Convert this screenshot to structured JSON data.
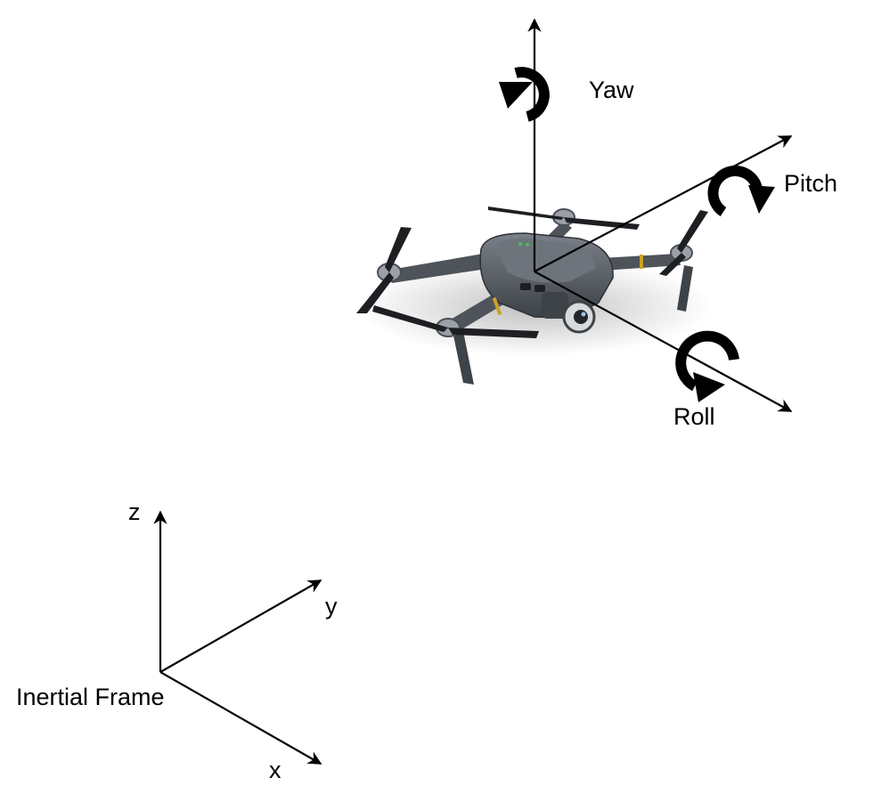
{
  "drone_frame": {
    "yaw_label": "Yaw",
    "pitch_label": "Pitch",
    "roll_label": "Roll"
  },
  "inertial_frame": {
    "z_label": "z",
    "y_label": "y",
    "x_label": "x",
    "frame_label": "Inertial Frame"
  },
  "colors": {
    "ink": "#000000",
    "drone_body": "#5b6168",
    "drone_dark": "#2e3236",
    "accent": "#c9a227"
  }
}
